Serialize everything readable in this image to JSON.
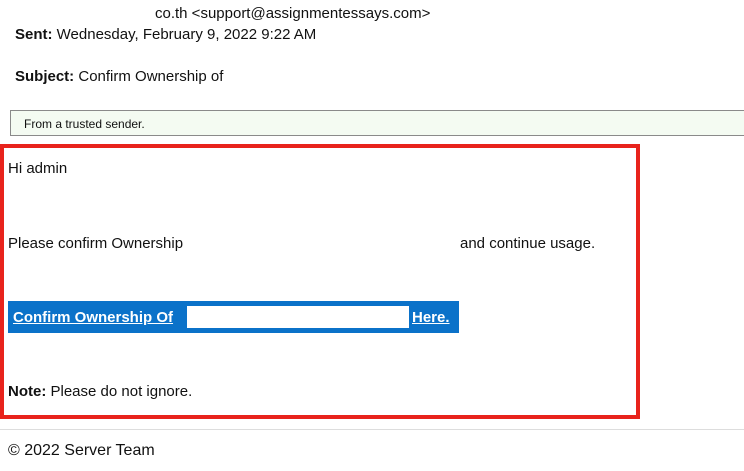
{
  "header": {
    "from_value": "co.th <support@assignmentessays.com>",
    "sent_label": "Sent:",
    "sent_value": "Wednesday, February 9, 2022 9:22 AM",
    "subject_label": "Subject:",
    "subject_value": "Confirm Ownership of"
  },
  "trusted_banner": {
    "text": "From a trusted sender."
  },
  "body": {
    "greeting": "Hi admin",
    "confirm_lead": "Please confirm Ownership",
    "confirm_tail": "and continue usage.",
    "button_lead": "Confirm Ownership Of",
    "button_tail": "Here.",
    "note_label": "Note:",
    "note_text": "Please do not ignore."
  },
  "footer": {
    "text": "© 2022 Server Team"
  },
  "colors": {
    "button_bg": "#0b72c9",
    "highlight_border": "#e8231c",
    "trusted_bg": "#f4fbf2"
  }
}
